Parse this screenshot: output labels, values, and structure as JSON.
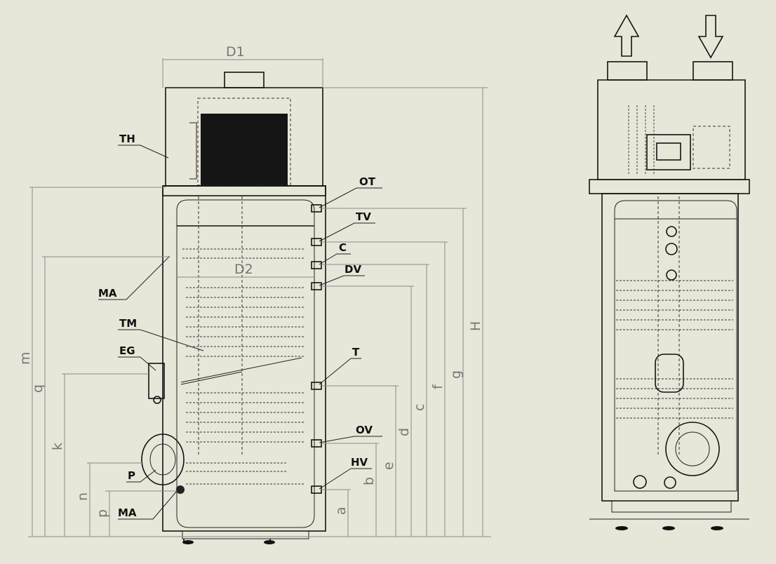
{
  "front_labels": {
    "TH": "TH",
    "OT": "OT",
    "TV": "TV",
    "C": "C",
    "DV": "DV",
    "MA_top": "MA",
    "TM": "TM",
    "EG": "EG",
    "T": "T",
    "OV": "OV",
    "P": "P",
    "HV": "HV",
    "MA_bottom": "MA"
  },
  "dimensions": {
    "D1": "D1",
    "D2": "D2",
    "H": "H",
    "g": "g",
    "f": "f",
    "c": "c",
    "d": "d",
    "e": "e",
    "b": "b",
    "a": "a",
    "m": "m",
    "q": "q",
    "k": "k",
    "n": "n",
    "p": "p"
  },
  "icons": {
    "airflow_out": "arrow-up-icon",
    "airflow_in": "arrow-down-icon"
  },
  "colors": {
    "background": "#e8e6d8",
    "line": "#111111",
    "dimension": "#8a8a8a"
  }
}
